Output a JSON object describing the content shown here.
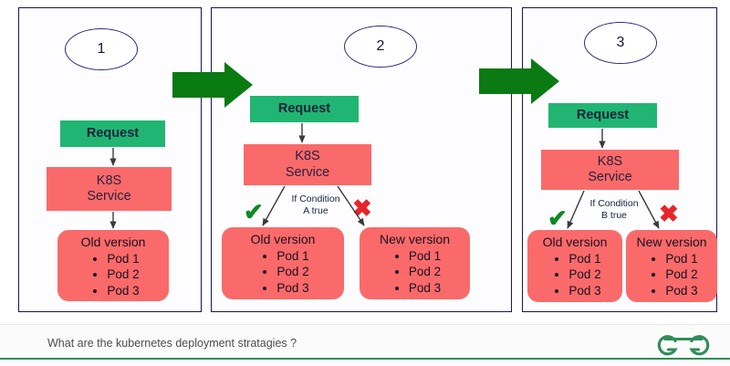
{
  "footer": {
    "question": "What are the kubernetes deployment stratagies ?",
    "logo_name": "geeksforgeeks-logo",
    "rule_color": "#2f8d58"
  },
  "colors": {
    "panel_border": "#15155c",
    "request_green": "#21b573",
    "service_red": "#fa6a6a",
    "pods_red": "#fa6a6a",
    "arrow_green": "#0a7a12",
    "check_green": "#0f8a22",
    "cross_red": "#e8242a",
    "ellipse_border": "#2a2a7a"
  },
  "panels": [
    {
      "step": "1",
      "request": "Request",
      "service": "K8S\nService",
      "condition": null,
      "check_mark": null,
      "cross_mark": null,
      "boxes": [
        {
          "title": "Old version",
          "pods": [
            "Pod 1",
            "Pod 2",
            "Pod 3"
          ]
        }
      ]
    },
    {
      "step": "2",
      "request": "Request",
      "service": "K8S\nService",
      "condition": "If Condition\nA true",
      "check_mark": "✔",
      "cross_mark": "✖",
      "boxes": [
        {
          "title": "Old version",
          "pods": [
            "Pod 1",
            "Pod 2",
            "Pod 3"
          ]
        },
        {
          "title": "New version",
          "pods": [
            "Pod 1",
            "Pod 2",
            "Pod 3"
          ]
        }
      ]
    },
    {
      "step": "3",
      "request": "Request",
      "service": "K8S\nService",
      "condition": "If Condition\nB true",
      "check_mark": "✔",
      "cross_mark": "✖",
      "boxes": [
        {
          "title": "Old version",
          "pods": [
            "Pod 1",
            "Pod 2",
            "Pod 3"
          ]
        },
        {
          "title": "New version",
          "pods": [
            "Pod 1",
            "Pod 2",
            "Pod 3"
          ]
        }
      ]
    }
  ],
  "arrows": [
    {
      "name": "transition-arrow-1-to-2"
    },
    {
      "name": "transition-arrow-2-to-3"
    }
  ]
}
